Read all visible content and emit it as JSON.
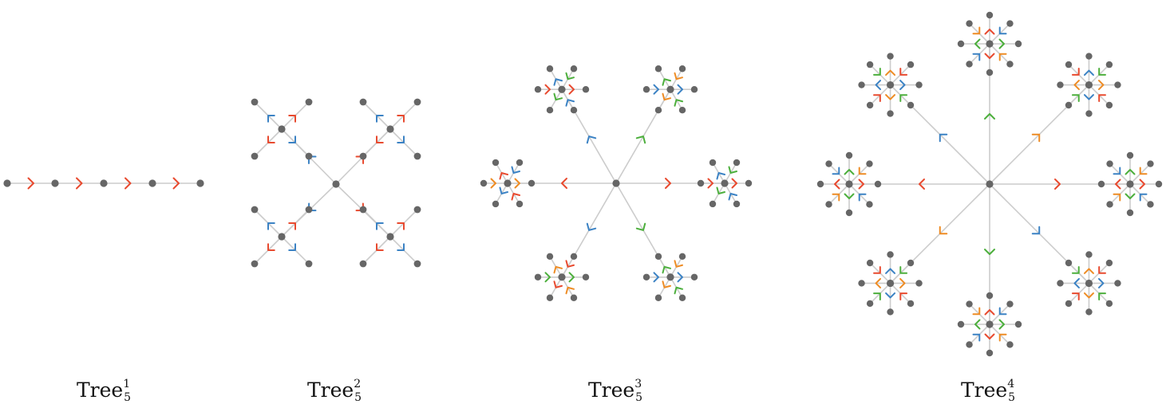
{
  "palette": {
    "edge": "#cccccc",
    "node": "#666666",
    "red": "#e84a2f",
    "blue": "#3b82c4",
    "green": "#4caf3c",
    "orange": "#ee8c24"
  },
  "trees": [
    {
      "label_base": "Tree",
      "superscript": "1",
      "subscript": "5"
    },
    {
      "label_base": "Tree",
      "superscript": "2",
      "subscript": "5"
    },
    {
      "label_base": "Tree",
      "superscript": "3",
      "subscript": "5"
    },
    {
      "label_base": "Tree",
      "superscript": "4",
      "subscript": "5"
    }
  ]
}
